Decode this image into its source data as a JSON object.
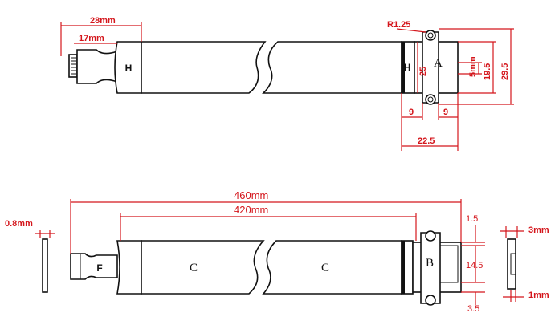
{
  "colors": {
    "dimension": "#d4161c",
    "outline": "#111111",
    "background": "#ffffff"
  },
  "top_view": {
    "dim_28": "28mm",
    "dim_17": "17mm",
    "dim_r": "R1.25",
    "dim_25": "25",
    "dim_5": "5mm",
    "dim_19_5": "19.5",
    "dim_29_5": "29.5",
    "dim_9_left": "9",
    "dim_9_right": "9",
    "dim_22_5": "22.5",
    "label_h_left": "H",
    "label_h_right": "H",
    "label_a": "A"
  },
  "side_view": {
    "dim_460": "460mm",
    "dim_420": "420mm",
    "dim_0_8": "0.8mm",
    "dim_1_5": "1.5",
    "dim_14_5": "14.5",
    "dim_3_5": "3.5",
    "dim_3mm": "3mm",
    "dim_1mm": "1mm",
    "label_f": "F",
    "label_c_left": "C",
    "label_c_right": "C",
    "label_b": "B"
  }
}
